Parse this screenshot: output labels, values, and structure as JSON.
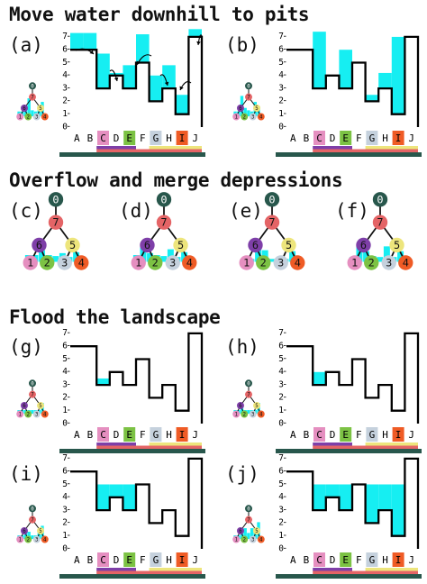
{
  "sections": [
    {
      "title": "Move water downhill to pits"
    },
    {
      "title": "Overflow and merge depressions"
    },
    {
      "title": "Flood the landscape"
    }
  ],
  "panels": [
    "(a)",
    "(b)",
    "(c)",
    "(d)",
    "(e)",
    "(f)",
    "(g)",
    "(h)",
    "(i)",
    "(j)"
  ],
  "terrain": {
    "cells": [
      "A",
      "B",
      "C",
      "D",
      "E",
      "F",
      "G",
      "H",
      "I",
      "J"
    ],
    "elevation": [
      6,
      6,
      3,
      4,
      3,
      5,
      2,
      3,
      1,
      7
    ],
    "y_ticks": [
      "0",
      "1",
      "2",
      "3",
      "4",
      "5",
      "6",
      "7"
    ],
    "a_water": [
      7.3,
      7.3,
      5.7,
      4.2,
      4.8,
      7.2,
      4.0,
      4.8,
      2.5,
      7.6
    ],
    "b_water": [
      6,
      6,
      7.4,
      4.0,
      6.0,
      5.0,
      2.5,
      4.2,
      7.0,
      7.0
    ],
    "h_water": [
      6,
      6,
      4.0,
      4.0,
      3,
      5,
      2,
      3,
      1,
      7
    ],
    "i_water": [
      6,
      6,
      5.0,
      5.0,
      5.0,
      5,
      2,
      3,
      1,
      7
    ],
    "j_water": [
      6,
      6,
      5.0,
      5.0,
      5.0,
      5.0,
      5.0,
      5.0,
      5.0,
      7
    ]
  },
  "tree": {
    "nodes": [
      {
        "label": "0",
        "color": "#28574c"
      },
      {
        "label": "7",
        "color": "#e46466"
      },
      {
        "label": "6",
        "color": "#7e3fa8"
      },
      {
        "label": "5",
        "color": "#ede57c"
      },
      {
        "label": "1",
        "color": "#e58fc0"
      },
      {
        "label": "2",
        "color": "#7cc244"
      },
      {
        "label": "3",
        "color": "#c5d1dd"
      },
      {
        "label": "4",
        "color": "#ef5b25"
      }
    ]
  },
  "colors": {
    "water": "#16eef2",
    "cellC": "#e58fc0",
    "cellE": "#7cc244",
    "cellG": "#c5d1dd",
    "cellI": "#ef5b25",
    "barPurple": "#7e3fa8",
    "barRed": "#e46466",
    "barYellow": "#ede57c",
    "barGreen": "#28574c"
  }
}
